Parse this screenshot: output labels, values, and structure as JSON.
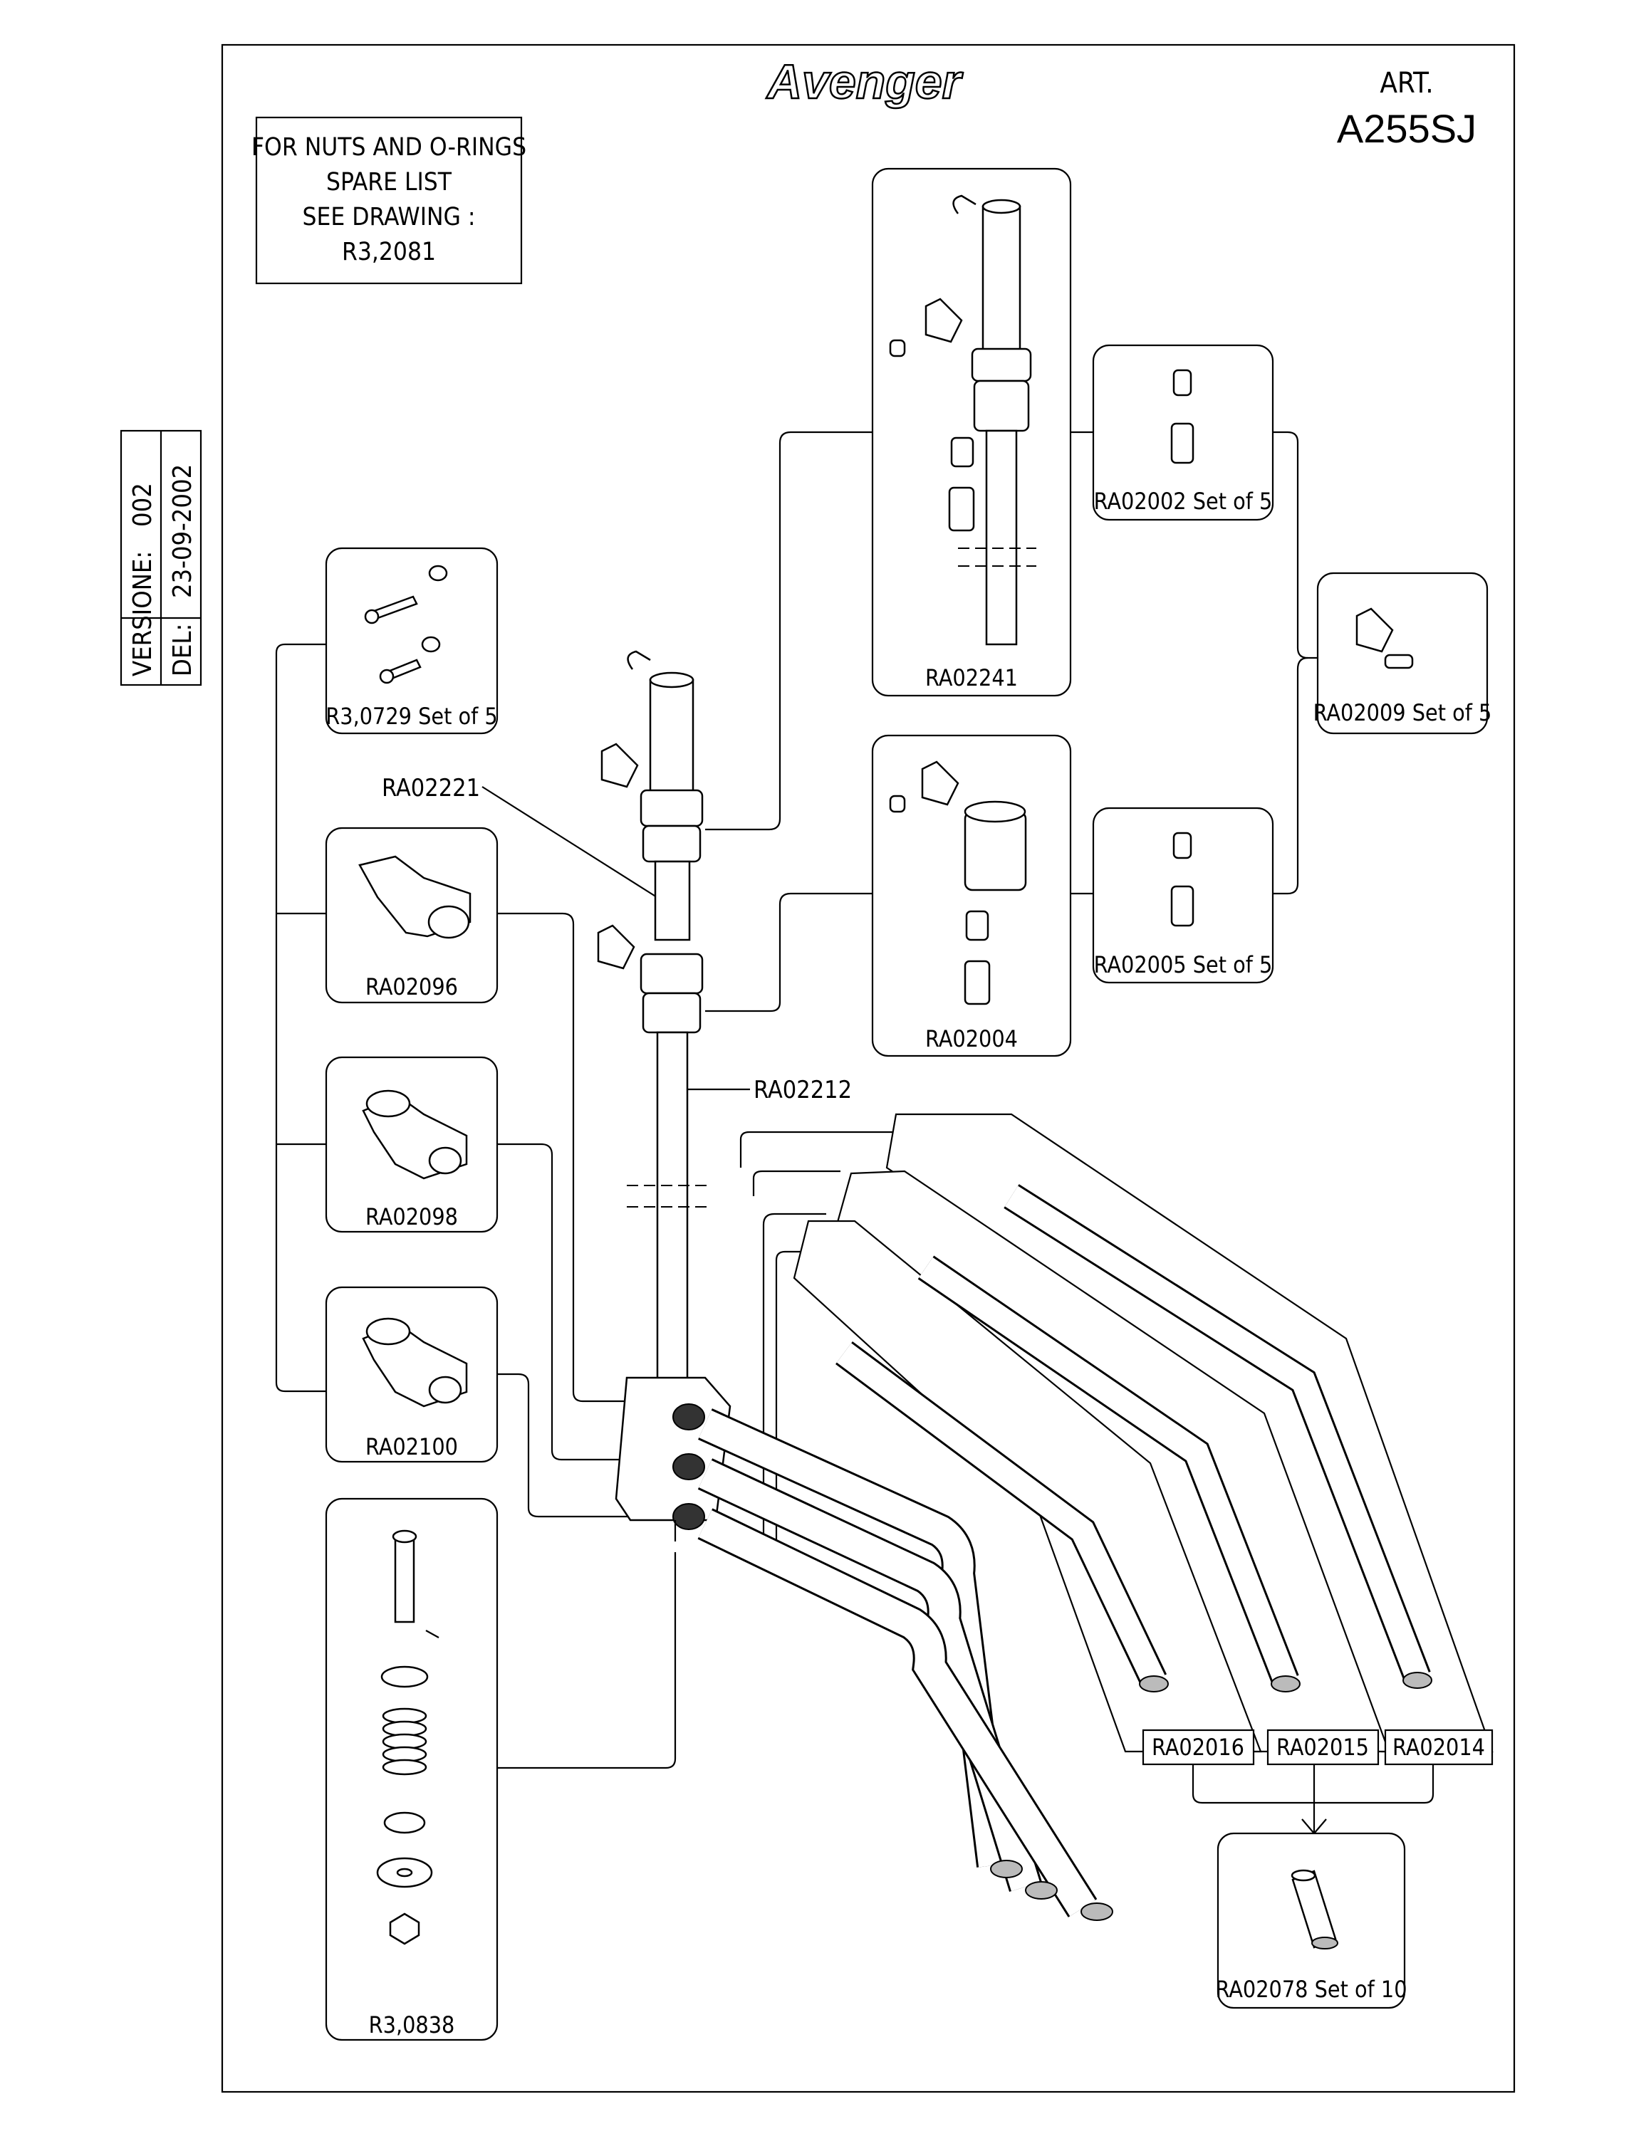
{
  "brand": "Avenger",
  "article": {
    "label": "ART.",
    "code": "A255SJ"
  },
  "note": [
    "FOR NUTS AND O-RINGS",
    "SPARE LIST",
    "SEE DRAWING :",
    "R3,2081"
  ],
  "version": {
    "label": "VERSIONE:",
    "value": "002",
    "date_label": "DEL:",
    "date": "23-09-2002"
  },
  "callouts": {
    "ra02221": "RA02221",
    "ra02212": "RA02212"
  },
  "parts": {
    "r3_0729": "R3,0729 Set of 5",
    "ra02096": "RA02096",
    "ra02098": "RA02098",
    "ra02100": "RA02100",
    "r3_0838": "R3,0838",
    "ra02241": "RA02241",
    "ra02004": "RA02004",
    "ra02002": "RA02002 Set of 5",
    "ra02005": "RA02005 Set of 5",
    "ra02009": "RA02009 Set of 5",
    "ra02016": "RA02016",
    "ra02015": "RA02015",
    "ra02014": "RA02014",
    "ra02078": "RA02078 Set of 10"
  }
}
